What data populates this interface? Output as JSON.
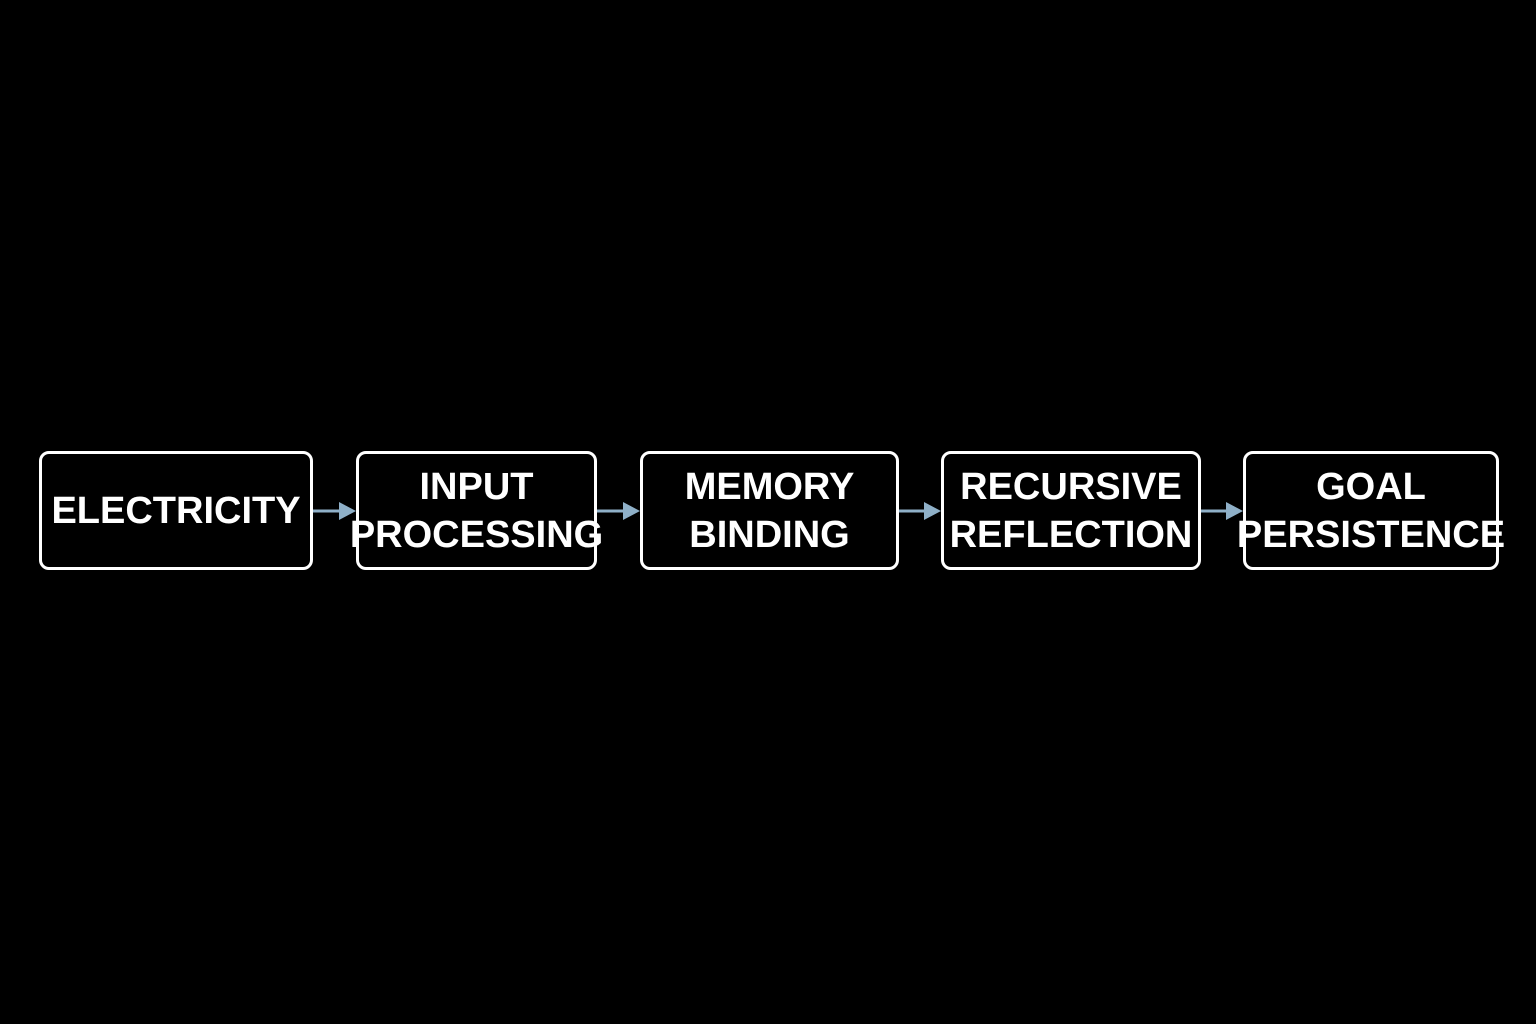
{
  "diagram": {
    "nodes": [
      {
        "id": "electricity",
        "label": "ELECTRICITY"
      },
      {
        "id": "input-processing",
        "label": "INPUT\nPROCESSING"
      },
      {
        "id": "memory-binding",
        "label": "MEMORY\nBINDING"
      },
      {
        "id": "recursive-reflection",
        "label": "RECURSIVE\nREFLECTION"
      },
      {
        "id": "goal-persistence",
        "label": "GOAL\nPERSISTENCE"
      }
    ],
    "edges": [
      {
        "from": "electricity",
        "to": "input-processing"
      },
      {
        "from": "input-processing",
        "to": "memory-binding"
      },
      {
        "from": "memory-binding",
        "to": "recursive-reflection"
      },
      {
        "from": "recursive-reflection",
        "to": "goal-persistence"
      }
    ]
  },
  "colors": {
    "background": "#000000",
    "box_border": "#ffffff",
    "text": "#ffffff",
    "arrow": "#8fb0c8"
  }
}
